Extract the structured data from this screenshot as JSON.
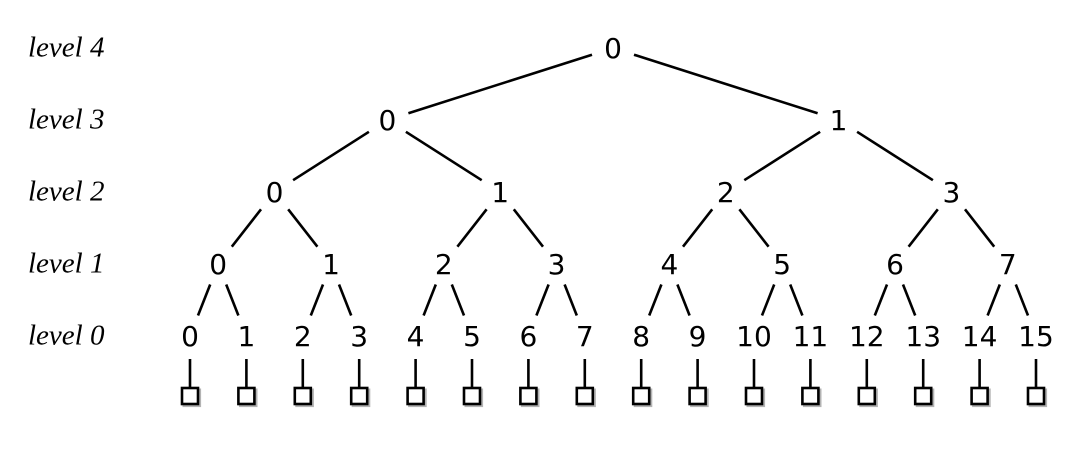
{
  "diagram": {
    "type": "binary-tree",
    "row_labels": [
      "level 4",
      "level 3",
      "level 2",
      "level 1",
      "level 0"
    ],
    "levels": [
      {
        "label": "level 4",
        "nodes": [
          "0"
        ]
      },
      {
        "label": "level 3",
        "nodes": [
          "0",
          "1"
        ]
      },
      {
        "label": "level 2",
        "nodes": [
          "0",
          "1",
          "2",
          "3"
        ]
      },
      {
        "label": "level 1",
        "nodes": [
          "0",
          "1",
          "2",
          "3",
          "4",
          "5",
          "6",
          "7"
        ]
      },
      {
        "label": "level 0",
        "nodes": [
          "0",
          "1",
          "2",
          "3",
          "4",
          "5",
          "6",
          "7",
          "8",
          "9",
          "10",
          "11",
          "12",
          "13",
          "14",
          "15"
        ]
      }
    ],
    "leaf_markers": {
      "shape": "square",
      "count": 16
    },
    "colors": {
      "foreground": "#000000",
      "background": "#ffffff",
      "marker_shadow": "#b3b3b3"
    }
  }
}
